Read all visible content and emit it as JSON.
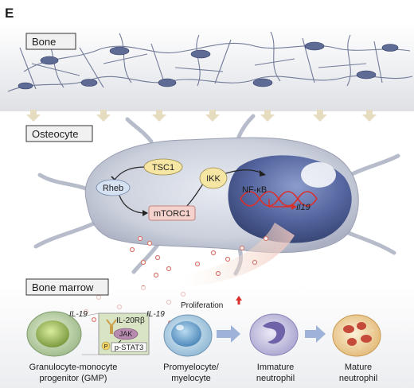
{
  "panel_letter": "E",
  "sections": {
    "bone": "Bone",
    "osteocyte": "Osteocyte",
    "bone_marrow": "Bone marrow"
  },
  "signaling": {
    "tsc1": "TSC1",
    "rheb": "Rheb",
    "mtorc1": "mTORC1",
    "ikk": "IKK",
    "nfkb": "NF-κB",
    "il19_gene": "Il19"
  },
  "marrow": {
    "il19_left": "IL-19",
    "il19_right": "IL-19",
    "receptor": "IL-20Rβ",
    "jak": "JAK",
    "p": "P",
    "pstat3": "p-STAT3",
    "proliferation": "Proliferation"
  },
  "cells": {
    "gmp": [
      "Granulocyte-monocyte",
      "progenitor (GMP)"
    ],
    "promyelocyte": [
      "Promyelocyte/",
      "myelocyte"
    ],
    "immature": [
      "Immature",
      "neutrophil"
    ],
    "mature": [
      "Mature",
      "neutrophil"
    ]
  },
  "colors": {
    "label_box": "#f1f1f1",
    "osteocyte_body": "#c9cedb",
    "nucleus": "#4a5a92",
    "signal_node": "#f6e6a4",
    "mtorc1_node": "#f5d2cd",
    "dna_red": "#d9302e",
    "droplet": "#e79a92",
    "arrow_beige": "#e6dcc0"
  }
}
